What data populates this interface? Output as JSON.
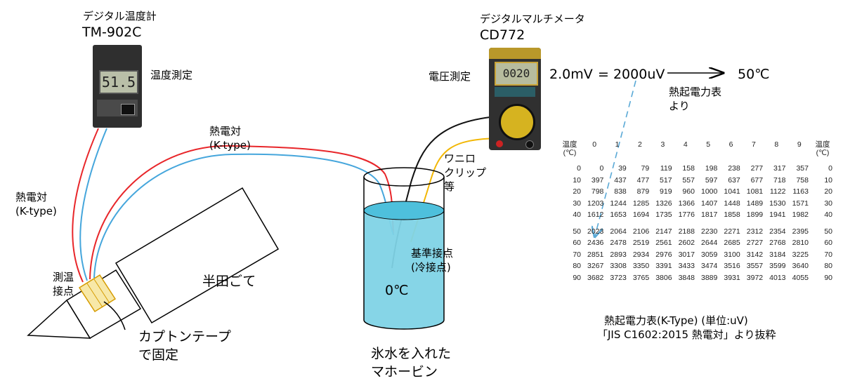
{
  "thermometer": {
    "name": "デジタル温度計",
    "model": "TM-902C",
    "display": "51.5",
    "action": "温度測定"
  },
  "multimeter": {
    "name": "デジタルマルチメータ",
    "model": "CD772",
    "display": "0020",
    "action": "電圧測定"
  },
  "conversion": {
    "voltage_mv": "2.0mV",
    "equals": "= 2000uV",
    "result": "50℃",
    "source_line1": "熱起電力表",
    "source_line2": "より"
  },
  "labels": {
    "thermocouple_top_line1": "熱電対",
    "thermocouple_top_line2": "(K-type)",
    "thermocouple_left_line1": "熱電対",
    "thermocouple_left_line2": "(K-type)",
    "measure_junction_line1": "測温",
    "measure_junction_line2": "接点",
    "iron": "半田ごて",
    "tape_line1": "カプトンテープ",
    "tape_line2": "で固定",
    "ice_temp": "0℃",
    "ref_junction_line1": "基準接点",
    "ref_junction_line2": "(冷接点)",
    "clip_line1": "ワニロ",
    "clip_line2": "クリップ",
    "clip_line3": "等",
    "bottle_line1": "氷水を入れた",
    "bottle_line2": "マホービン"
  },
  "table": {
    "caption_line1": "熱起電力表(K-Type) (単位:uV)",
    "caption_line2": "「JIS C1602:2015 熱電対」より抜粋",
    "header_left": [
      "温度",
      "(℃)"
    ],
    "header_right": [
      "温度",
      "(℃)"
    ],
    "columns": [
      "0",
      "1",
      "2",
      "3",
      "4",
      "5",
      "6",
      "7",
      "8",
      "9"
    ],
    "rows": [
      {
        "t": "0",
        "v": [
          "0",
          "39",
          "79",
          "119",
          "158",
          "198",
          "238",
          "277",
          "317",
          "357"
        ]
      },
      {
        "t": "10",
        "v": [
          "397",
          "437",
          "477",
          "517",
          "557",
          "597",
          "637",
          "677",
          "718",
          "758"
        ]
      },
      {
        "t": "20",
        "v": [
          "798",
          "838",
          "879",
          "919",
          "960",
          "1000",
          "1041",
          "1081",
          "1122",
          "1163"
        ]
      },
      {
        "t": "30",
        "v": [
          "1203",
          "1244",
          "1285",
          "1326",
          "1366",
          "1407",
          "1448",
          "1489",
          "1530",
          "1571"
        ]
      },
      {
        "t": "40",
        "v": [
          "1612",
          "1653",
          "1694",
          "1735",
          "1776",
          "1817",
          "1858",
          "1899",
          "1941",
          "1982"
        ]
      },
      {
        "t": "50",
        "v": [
          "2023",
          "2064",
          "2106",
          "2147",
          "2188",
          "2230",
          "2271",
          "2312",
          "2354",
          "2395"
        ]
      },
      {
        "t": "60",
        "v": [
          "2436",
          "2478",
          "2519",
          "2561",
          "2602",
          "2644",
          "2685",
          "2727",
          "2768",
          "2810"
        ]
      },
      {
        "t": "70",
        "v": [
          "2851",
          "2893",
          "2934",
          "2976",
          "3017",
          "3059",
          "3100",
          "3142",
          "3184",
          "3225"
        ]
      },
      {
        "t": "80",
        "v": [
          "3267",
          "3308",
          "3350",
          "3391",
          "3433",
          "3474",
          "3516",
          "3557",
          "3599",
          "3640"
        ]
      },
      {
        "t": "90",
        "v": [
          "3682",
          "3723",
          "3765",
          "3806",
          "3848",
          "3889",
          "3931",
          "3972",
          "4013",
          "4055"
        ]
      }
    ]
  },
  "colors": {
    "wire_red": "#e8262a",
    "wire_blue": "#45a6dc",
    "wire_black": "#111111",
    "wire_yellow": "#f2b705",
    "water": "#7fd3e6",
    "dash_arrow": "#5aa9d6"
  }
}
